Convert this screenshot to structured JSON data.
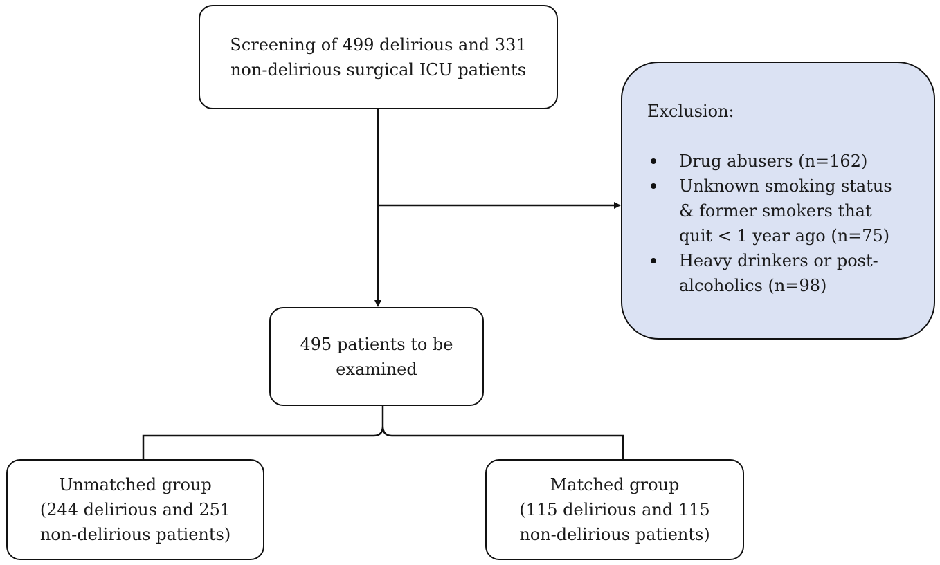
{
  "screening": {
    "line1": "Screening of 499 delirious and 331",
    "line2": "non-delirious surgical ICU patients"
  },
  "exclusion": {
    "title": "Exclusion:",
    "items": [
      [
        "Drug abusers (n=162)"
      ],
      [
        "Unknown smoking status",
        "& former smokers that",
        "quit < 1 year ago (n=75)"
      ],
      [
        "Heavy drinkers or post-",
        "alcoholics (n=98)"
      ]
    ]
  },
  "examined": {
    "line1": "495 patients to be",
    "line2": "examined"
  },
  "unmatched": {
    "line1": "Unmatched group",
    "line2": "(244 delirious and 251",
    "line3": "non-delirious patients)"
  },
  "matched": {
    "line1": "Matched group",
    "line2": "(115 delirious and 115",
    "line3": "non-delirious patients)"
  }
}
